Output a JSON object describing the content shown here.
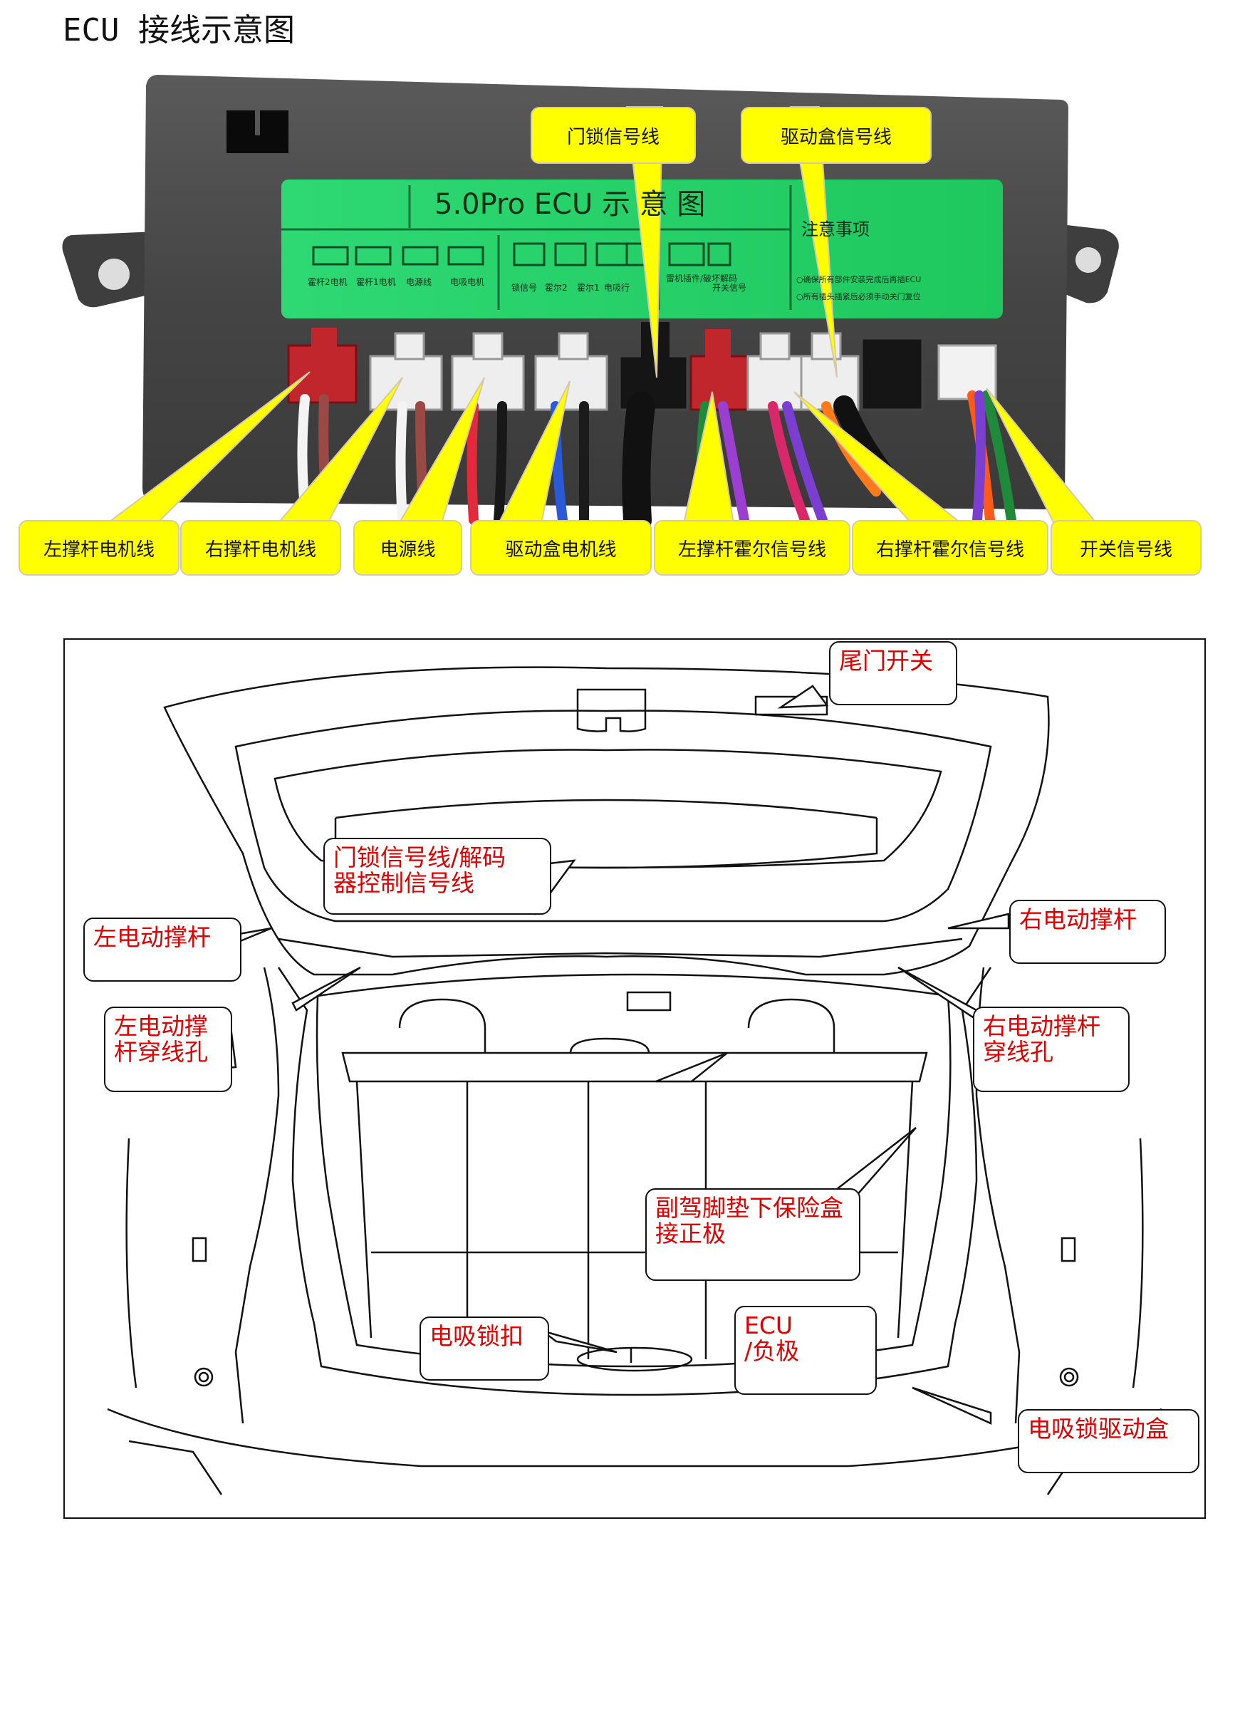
{
  "title": "ECU 接线示意图",
  "ecu": {
    "board_title": "5.0Pro ECU 示 意 图",
    "port_labels": [
      "霍杆2电机",
      "霍杆1电机",
      "电源线",
      "电吸电机",
      "锁信号",
      "霍尔2",
      "霍尔1",
      "电吸行",
      "雷机插件/破坏解码",
      "开关信号"
    ],
    "notice_title": "注意事项",
    "notice_lines": [
      "○确保所有部件安装完成后再插ECU",
      "○所有插头插紧后必须手动关门复位"
    ],
    "top_labels": [
      "门锁信号线",
      "驱动盒信号线"
    ],
    "bottom_labels": [
      "左撑杆电机线",
      "右撑杆电机线",
      "电源线",
      "驱动盒电机线",
      "左撑杆霍尔信号线",
      "右撑杆霍尔信号线",
      "开关信号线"
    ]
  },
  "car": {
    "labels": {
      "tail_switch": "尾门开关",
      "door_lock": [
        "门锁信号线/解码",
        "器控制信号线"
      ],
      "left_strut": "左电动撑杆",
      "left_hole": [
        "左电动撑",
        "杆穿线孔"
      ],
      "right_strut": "右电动撑杆",
      "right_hole": [
        "右电动撑杆",
        "穿线孔"
      ],
      "fuse_box": [
        "副驾脚垫下保险盒",
        "接正极"
      ],
      "ecu_negative": [
        "ECU",
        "/负极"
      ],
      "latch": "电吸锁扣",
      "drive_box": "电吸锁驱动盒"
    }
  },
  "colors": {
    "yellow": "#ffff00",
    "red_text": "#e00000",
    "board_green": "#22d66a",
    "ecu_body": "#4a4a4a"
  }
}
